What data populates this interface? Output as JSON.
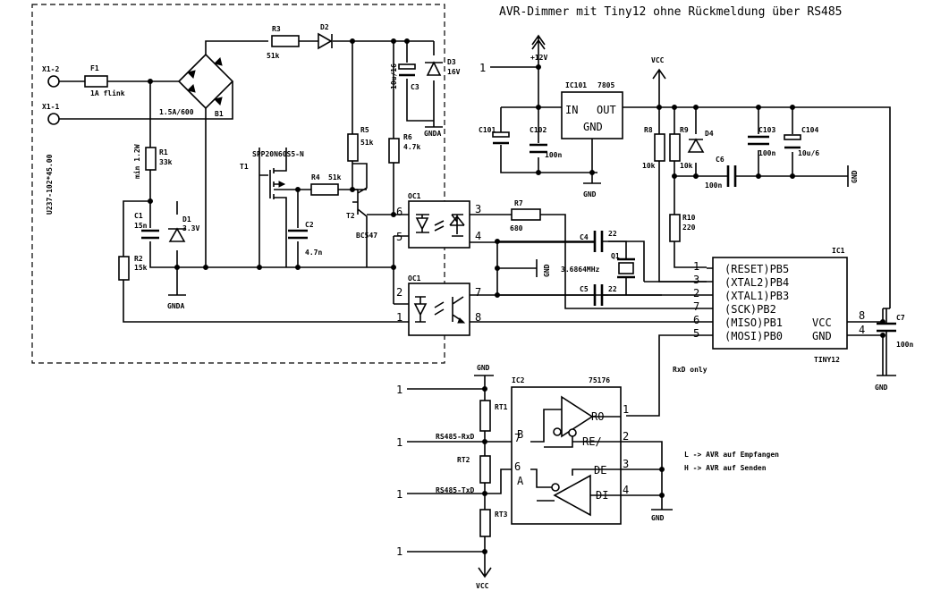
{
  "title": "AVR-Dimmer mit Tiny12 ohne Rückmeldung über RS485",
  "terminals": {
    "x1_2": "X1-2",
    "x1_1": "X1-1"
  },
  "side_label": "U237-102*45.00",
  "nets": {
    "plus12": "+12V",
    "vcc_top": "VCC",
    "vcc_bottom": "VCC",
    "gnd": "GND",
    "gnda1": "GNDA",
    "gnda2": "GNDA",
    "rs485_rxd": "RS485-RxD",
    "rs485_txd": "RS485-TxD",
    "rxd_only": "RxD only"
  },
  "one_labels": [
    "1",
    "1",
    "1",
    "1",
    "1"
  ],
  "parts": {
    "f1": {
      "ref": "F1",
      "value": "1A flink"
    },
    "b1": {
      "ref": "B1",
      "value": "1.5A/600"
    },
    "r1": {
      "ref": "R1",
      "value": "33k"
    },
    "r1_note": "min 1.2W",
    "c1": {
      "ref": "C1",
      "value": "15n"
    },
    "d1": {
      "ref": "D1",
      "value": "3.3V"
    },
    "r2": {
      "ref": "R2",
      "value": "15k"
    },
    "t1": {
      "ref": "T1",
      "value": "SPP20N60S5-N"
    },
    "r3": {
      "ref": "R3",
      "value": "51k"
    },
    "d2": {
      "ref": "D2"
    },
    "r4": {
      "ref": "R4",
      "value": "51k"
    },
    "c2": {
      "ref": "C2",
      "value": "4.7n"
    },
    "r5": {
      "ref": "R5",
      "value": "51k"
    },
    "t2": {
      "ref": "T2",
      "value": "BC547"
    },
    "r6": {
      "ref": "R6",
      "value": "4.7k"
    },
    "c3": {
      "ref": "C3",
      "value": "10u/16"
    },
    "d3": {
      "ref": "D3",
      "value": "16V"
    },
    "oc1a": "OC1",
    "oc1b": "OC1",
    "r7": {
      "ref": "R7",
      "value": "680"
    },
    "ic101": {
      "ref": "IC101",
      "value": "7805",
      "pin_in": "IN",
      "pin_out": "OUT",
      "pin_gnd": "GND"
    },
    "c101": "C101",
    "c102": {
      "ref": "C102",
      "value": "100n"
    },
    "r8": {
      "ref": "R8",
      "value": "10k"
    },
    "r9": {
      "ref": "R9",
      "value": "10k"
    },
    "d4": {
      "ref": "D4"
    },
    "c103": {
      "ref": "C103",
      "value": "100n"
    },
    "c104": {
      "ref": "C104",
      "value": "10u/6"
    },
    "c6": {
      "ref": "C6",
      "value": "100n"
    },
    "r10": {
      "ref": "R10",
      "value": "220"
    },
    "c4": {
      "ref": "C4",
      "value": "22"
    },
    "q1": {
      "ref": "Q1",
      "value": "3.6864MHz"
    },
    "c5": {
      "ref": "C5",
      "value": "22"
    },
    "c7": {
      "ref": "C7",
      "value": "100n"
    },
    "ic2": {
      "ref": "IC2",
      "value": "75176"
    },
    "rt1": "RT1",
    "rt2": "RT2",
    "rt3": "RT3"
  },
  "ic1": {
    "ref": "IC1",
    "value": "TINY12",
    "pins": [
      {
        "num": "1",
        "name": "(RESET)PB5"
      },
      {
        "num": "3",
        "name": "(XTAL2)PB4"
      },
      {
        "num": "2",
        "name": "(XTAL1)PB3"
      },
      {
        "num": "7",
        "name": "(SCK)PB2"
      },
      {
        "num": "6",
        "name": "(MISO)PB1"
      },
      {
        "num": "5",
        "name": "(MOSI)PB0"
      }
    ],
    "vcc": {
      "num": "8",
      "name": "VCC"
    },
    "gnd": {
      "num": "4",
      "name": "GND"
    }
  },
  "ic2_pins": {
    "ro": "RO",
    "re": "RE/",
    "de": "DE",
    "di": "DI",
    "b": "B",
    "a": "A",
    "n1": "1",
    "n2": "2",
    "n3": "3",
    "n4": "4",
    "n6": "6",
    "n7": "7"
  },
  "oc_pins": {
    "p1": "1",
    "p2": "2",
    "p3": "3",
    "p4": "4",
    "p5": "5",
    "p6": "6",
    "p7": "7",
    "p8": "8"
  },
  "notes": {
    "l": "L -> AVR auf Empfangen",
    "h": "H -> AVR auf Senden"
  }
}
